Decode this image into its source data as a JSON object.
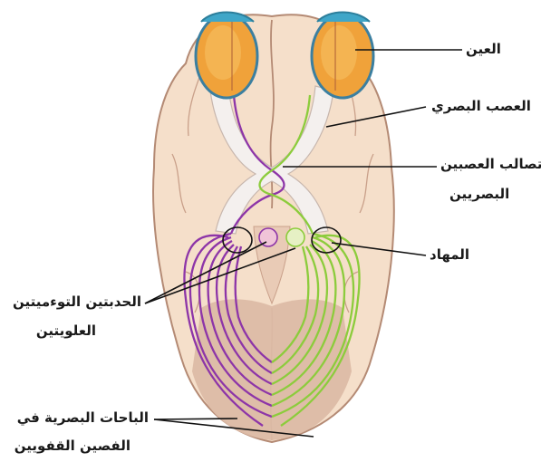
{
  "labels": {
    "eye": "العين",
    "optic_nerve": "العصب البصري",
    "optic_chiasm_line1": "تصالب العصبين",
    "optic_chiasm_line2": "البصريين",
    "thalamus": "المهاد",
    "superior_colliculi_line1": "الحدبتين التوءميتين",
    "superior_colliculi_line2": "العلويتين",
    "visual_cortex_line1": "الباحات البصرية في",
    "visual_cortex_line2": "الفصين القفويين"
  },
  "colors": {
    "brain_fill": "#f5dfca",
    "brain_outline": "#b48a74",
    "brain_dark": "#e4c2ab",
    "occipital_fill": "#dcbba5",
    "eye_orange": "#f0a23a",
    "eye_blue": "#3fa6c8",
    "nerve_fill": "#f4f0ee",
    "left_pathway": "#8d35a8",
    "right_pathway": "#8ccc3c",
    "leader_line": "#111111"
  }
}
